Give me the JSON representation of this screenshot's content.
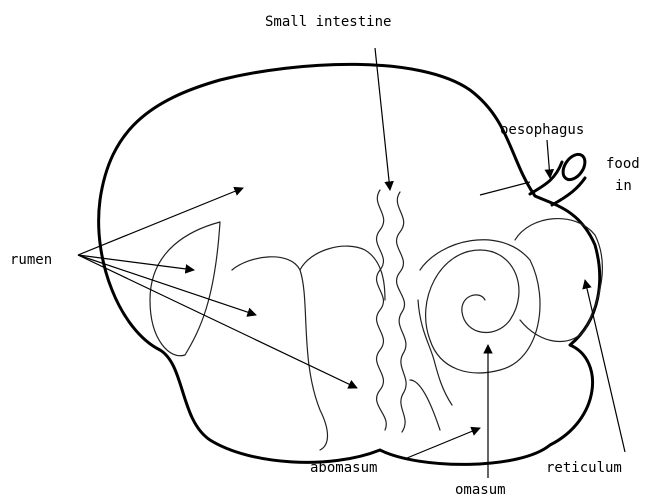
{
  "labels": {
    "small_intestine": "Small intestine",
    "oesophagus": "oesophagus",
    "food": "food",
    "in": "in",
    "rumen": "rumen",
    "reticulum": "reticulum",
    "abomasum": "abomasum",
    "omasum": "omasum"
  }
}
